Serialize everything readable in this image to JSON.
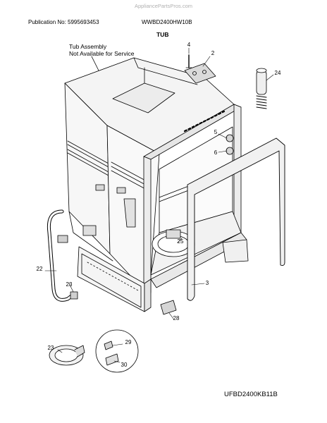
{
  "header": {
    "watermark": "AppliancePartsPros.com",
    "publication": "Publication No: 5995693453",
    "model": "WWBD2400HW10B",
    "section_title": "TUB"
  },
  "note": {
    "line1": "Tub Assembly",
    "line2": "Not Available for Service"
  },
  "figure_code": "UFBD2400KB11B",
  "callouts": {
    "c2": "2",
    "c3": "3",
    "c4": "4",
    "c5": "5",
    "c6": "6",
    "c22": "22",
    "c23a": "23",
    "c23b": "23",
    "c24": "24",
    "c25": "25",
    "c28": "28",
    "c29": "29",
    "c30": "30"
  }
}
